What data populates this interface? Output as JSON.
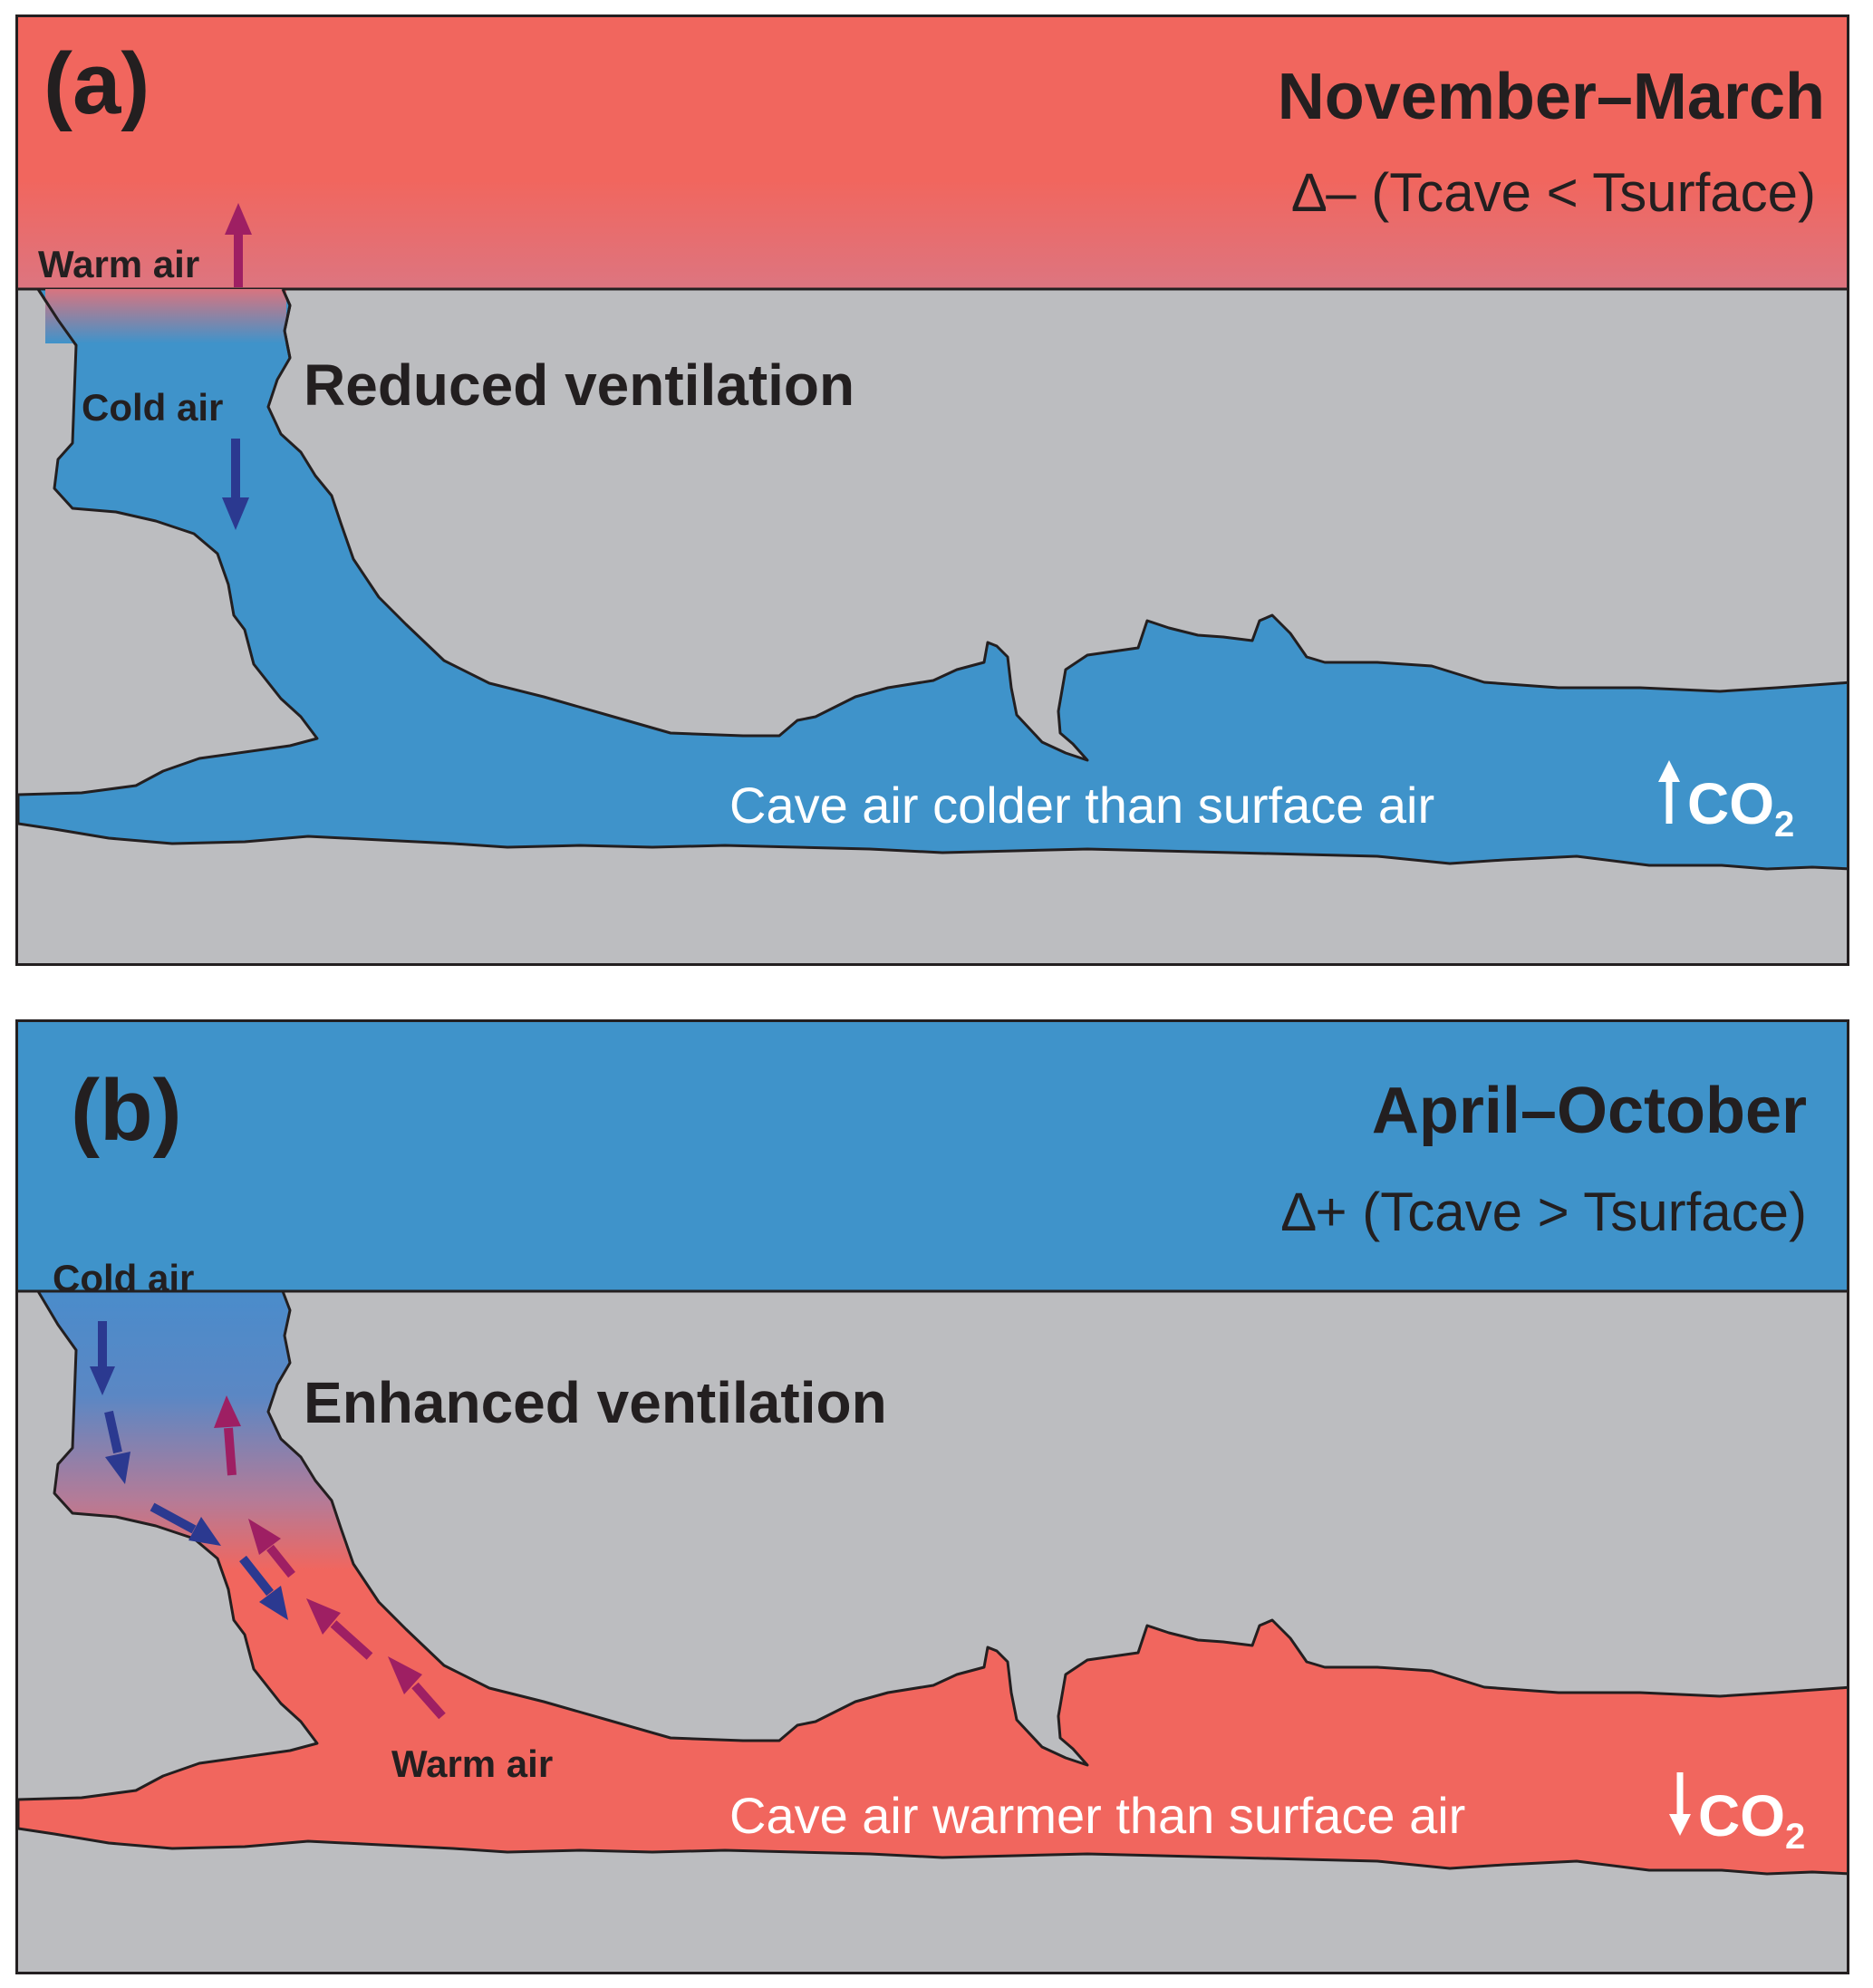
{
  "panel_a": {
    "label": "(a)",
    "season": "November–March",
    "delta": "∆– (Tcave < Tsurface)",
    "ventilation": "Reduced ventilation",
    "warm_air": "Warm air",
    "cold_air": "Cold air",
    "cave_note": "Cave air colder than surface air",
    "co2": {
      "text": "CO",
      "sub": "2",
      "direction": "up"
    }
  },
  "panel_b": {
    "label": "(b)",
    "season": "April–October",
    "delta": "∆+ (Tcave > Tsurface)",
    "ventilation": "Enhanced ventilation",
    "cold_air": "Cold air",
    "warm_air": "Warm air",
    "cave_note": "Cave air warmer than surface air",
    "co2": {
      "text": "CO",
      "sub": "2",
      "direction": "down"
    }
  },
  "colors": {
    "warm": "#f1665e",
    "cold": "#3f93ca",
    "rock": "#bcbdc0",
    "outline": "#231f20",
    "arrow_cold": "#2b3990",
    "arrow_warm": "#9e1f63",
    "text_light": "#ffffff"
  }
}
